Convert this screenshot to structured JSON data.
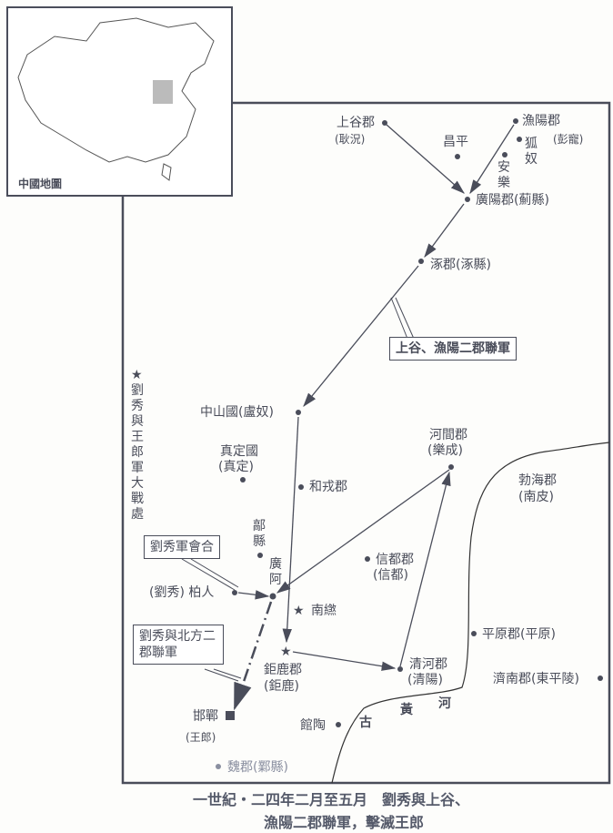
{
  "inset": {
    "label": "中國地圖"
  },
  "legend": {
    "star_label": "★劉秀與王郎軍大戰處"
  },
  "places": {
    "shanggu": "上谷郡",
    "shanggu_sub": "(耿況)",
    "yuyang": "漁陽郡",
    "yuyang_sub": "(彭寵)",
    "changping": "昌平",
    "hunu": "狐奴",
    "anle": "安樂",
    "guangyang": "廣陽郡(薊縣)",
    "zhuo": "涿郡(涿縣)",
    "zhongshan": "中山國(盧奴)",
    "zhending": "真定國",
    "zhending_sub": "(真定)",
    "herong": "和戎郡",
    "hejian": "河間郡",
    "hejian_sub": "(樂成)",
    "bohai": "勃海郡",
    "bohai_sub": "(南皮)",
    "hao": "鄗縣",
    "guanga": "廣阿",
    "xindu": "信都郡",
    "xindu_sub": "(信都)",
    "boren": "(劉秀) 柏人",
    "nanluan": "南繺",
    "pingyuan": "平原郡(平原)",
    "julu": "鉅鹿郡",
    "julu_sub": "(鉅鹿)",
    "qinghe": "清河郡",
    "qinghe_sub": "(清陽)",
    "jinan": "濟南郡(東平陵)",
    "handan": "邯鄲",
    "handan_sub": "(王郎)",
    "guantao": "館陶",
    "wei": "魏郡(鄴縣)"
  },
  "river": [
    "古",
    "黃",
    "河"
  ],
  "callouts": {
    "allied": "上谷、漁陽二郡聯軍",
    "meet": "劉秀軍會合",
    "north": "劉秀與北方二郡聯軍"
  },
  "caption": {
    "line1": "一世紀・二四年二月至五月　劉秀與上谷、",
    "line2": "漁陽二郡聯軍，擊滅王郎"
  }
}
